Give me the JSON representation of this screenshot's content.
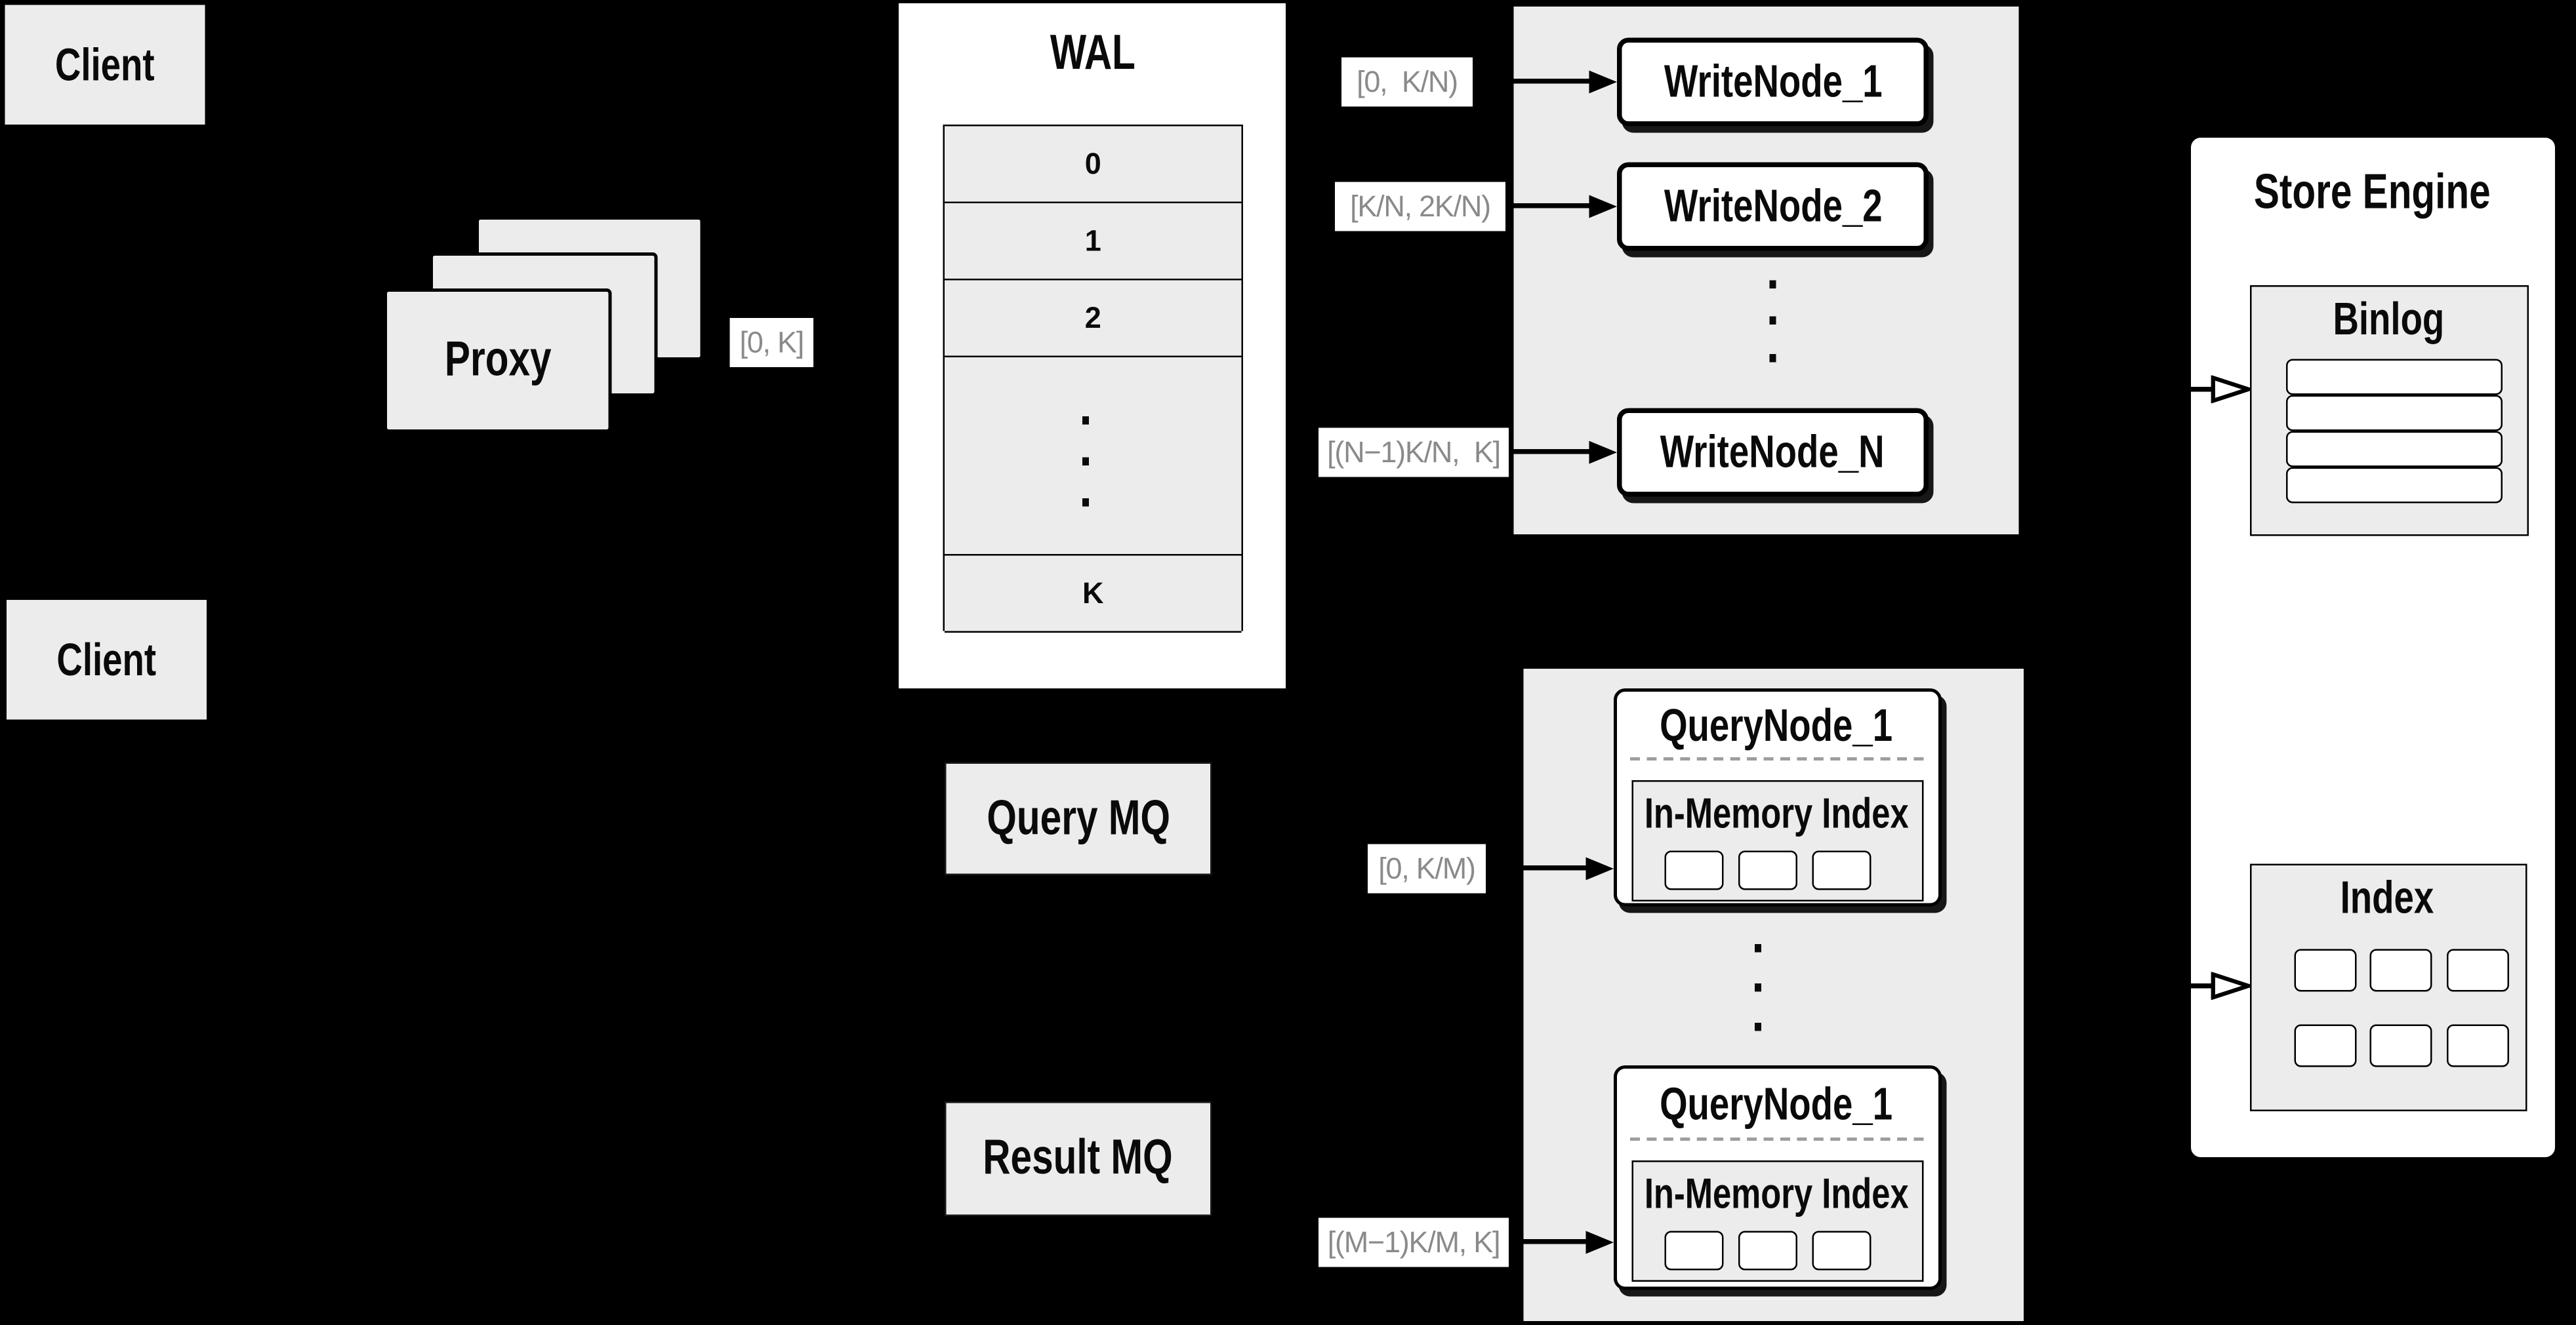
{
  "colors": {
    "background": "#000000",
    "panel_gray": "#ececec",
    "box_white": "#ffffff",
    "line_black": "#000000",
    "range_label_text": "#8a8a8a"
  },
  "clients": {
    "top": "Client",
    "bottom": "Client"
  },
  "proxy": {
    "label": "Proxy",
    "range": "[0, K]"
  },
  "wal": {
    "title": "WAL",
    "rows": [
      "0",
      "1",
      "2"
    ],
    "row_last": "K"
  },
  "write": {
    "ranges": [
      "[0,  K/N)",
      "[K/N, 2K/N)",
      "[(N−1)K/N,  K]"
    ],
    "nodes": [
      "WriteNode_1",
      "WriteNode_2",
      "WriteNode_N"
    ]
  },
  "store": {
    "title": "Store Engine",
    "binlog": "Binlog",
    "index": "Index"
  },
  "mq": {
    "query": "Query MQ",
    "result": "Result MQ"
  },
  "query": {
    "ranges": [
      "[0, K/M)",
      "[(M−1)K/M, K]"
    ],
    "nodes": [
      {
        "title": "QueryNode_1",
        "memory": "In-Memory Index"
      },
      {
        "title": "QueryNode_1",
        "memory": "In-Memory Index"
      }
    ]
  }
}
